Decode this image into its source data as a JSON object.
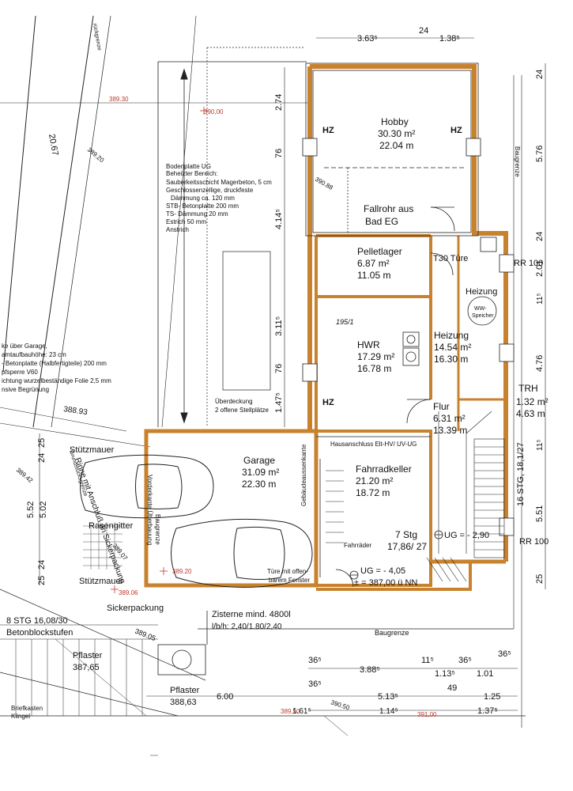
{
  "rooms": {
    "hobby": {
      "name": "Hobby",
      "area": "30.30 m²",
      "perimeter": "22.04 m"
    },
    "fallrohr": {
      "line1": "Fallrohr aus",
      "line2": "Bad EG"
    },
    "pelletlager": {
      "name": "Pelletlager",
      "area": "6.87 m²",
      "perimeter": "11.05 m"
    },
    "t30": {
      "name": "T30 Türe"
    },
    "heizung_small": {
      "name": "Heizung"
    },
    "ww": {
      "line1": "WW-",
      "line2": "Speicher"
    },
    "hwr": {
      "name": "HWR",
      "area": "17.29 m²",
      "perimeter": "16.78 m"
    },
    "heizung": {
      "name": "Heizung",
      "area": "14.54 m²",
      "perimeter": "16.30 m"
    },
    "flur": {
      "name": "Flur",
      "area": "6.31 m²",
      "perimeter": "13.39 m"
    },
    "trh": {
      "name": "TRH",
      "area": "1.32 m²",
      "perimeter": "4.63 m"
    },
    "garage": {
      "name": "Garage",
      "area": "31.09 m²",
      "perimeter": "22.30 m"
    },
    "fahrradkeller": {
      "name": "Fahrradkeller",
      "area": "21.20 m²",
      "perimeter": "18.72 m"
    },
    "stairs7": {
      "line1": "7 Stg",
      "line2": "17,86/ 27"
    }
  },
  "labels": {
    "hz1": "HZ",
    "hz2": "HZ",
    "hz3": "HZ",
    "rr1": "RR 100",
    "rr2": "RR 100",
    "parcel": "195/1",
    "ug1": "UG = - 2,90",
    "ug2a": "UG = - 4,05",
    "ug2b": "± = 387,00 ü NN",
    "hausanschluss": "Hausanschluss Elt-HV/ UV-UG",
    "fahrraeder": "Fahrräder",
    "gebaeude": "Gebäudeaussenkante",
    "baugrenze_v": "Baugrenze",
    "baugrenze_h": "Baugrenze",
    "baugrenze_g": "Baugrenze",
    "vorderkante": "Vorderkante Überbauung",
    "tuere_fenster1": "Türe mit offen-",
    "tuere_fenster2": "barem Fenster",
    "ueberdeckung1": "Überdeckung",
    "ueberdeckung2": "2 offene Stellplätze",
    "stairs16": "16 STG, 18,1/27",
    "stuetzmauer1": "Stützmauer",
    "stuetzmauer2": "Stützmauer",
    "rasengitter": "Rasengitter",
    "rinne": "Rinne mit Anschluß an Sickerpackung",
    "grundstueck": "Grundstücksgrenze",
    "sickerpackung": "Sickerpackung",
    "stg8a": "8 STG 16,08/30",
    "stg8b": "Betonblockstufen",
    "pflaster1a": "Pflaster",
    "pflaster1b": "387,65",
    "pflaster2a": "Pflaster",
    "pflaster2b": "388,63",
    "zisterne1": "Zisterne mind. 4800l",
    "zisterne2": "l/b/h: 2,40/1.80/2,40",
    "briefkasten1": "Briefkasten",
    "briefkasten2": "Klingel",
    "grenze_top": "rückgrenze",
    "len2067": "20.67",
    "len3893": "388.93"
  },
  "floor_spec": {
    "lines": [
      "Bodenplatte UG",
      "Beheizter Bereich:",
      "Sauberkeitsschicht Magerbeton, 5 cm",
      "Geschlossenzellige, druckfeste",
      "Dämmung ca. 120 mm",
      "STB- Betonplatte 200 mm",
      "TS- Dämmung 20 mm",
      "Estrich 50 mm",
      "Anstrich"
    ]
  },
  "garage_spec": {
    "lines": [
      "ke über Garage,",
      "amtaufbauhöhe: 23 cm",
      "- Betonplatte (Halbfertigteile) 200 mm",
      "pfsperre V60",
      "ichtung wurzelbeständige Folie 2,5 mm",
      "nsive Begrünung"
    ]
  },
  "levels": {
    "l1": "389.30",
    "l2": "390,00",
    "l3": "389.20",
    "l4": "390.88",
    "l5": "389.20",
    "l6": "389.06",
    "l7": "389.05",
    "l8": "390.50",
    "l9": "389,50",
    "l10": "391,00",
    "l11": "389.07",
    "l12": "389.42"
  },
  "dims": {
    "top_a": "3.63⁵",
    "top_b": "24",
    "top_c": "1.38⁵",
    "mid_a": "2.74",
    "mid_b": "76",
    "mid_c": "4.14⁵",
    "mid_d": "3.11⁵",
    "mid_e": "76",
    "mid_f": "1.47⁵",
    "right_a": "24",
    "right_b": "5.76",
    "right_c": "24",
    "right_d": "2.01",
    "right_e": "11⁵",
    "right_f": "4.76",
    "right_g": "11⁵",
    "right_h": "5.51",
    "right_i": "25",
    "left_a": "25",
    "left_b": "24",
    "left_c": "5.52",
    "left_d": "5.02",
    "left_e": "24",
    "left_f": "25",
    "bot_a": "36⁵",
    "bot_b": "11⁵",
    "bot_c": "36⁵",
    "bot_d": "36⁵",
    "bot_e": "3.88⁵",
    "bot_f": "1.13⁵",
    "bot_g": "1.01",
    "bot_h": "36⁵",
    "bot_i": "49",
    "bot_j": "5.13⁵",
    "bot_k": "1.25",
    "bot_l": "1.37⁵",
    "bot_m": "6.00",
    "bot_n": "1.61⁵",
    "bot_o": "1.14⁵"
  }
}
